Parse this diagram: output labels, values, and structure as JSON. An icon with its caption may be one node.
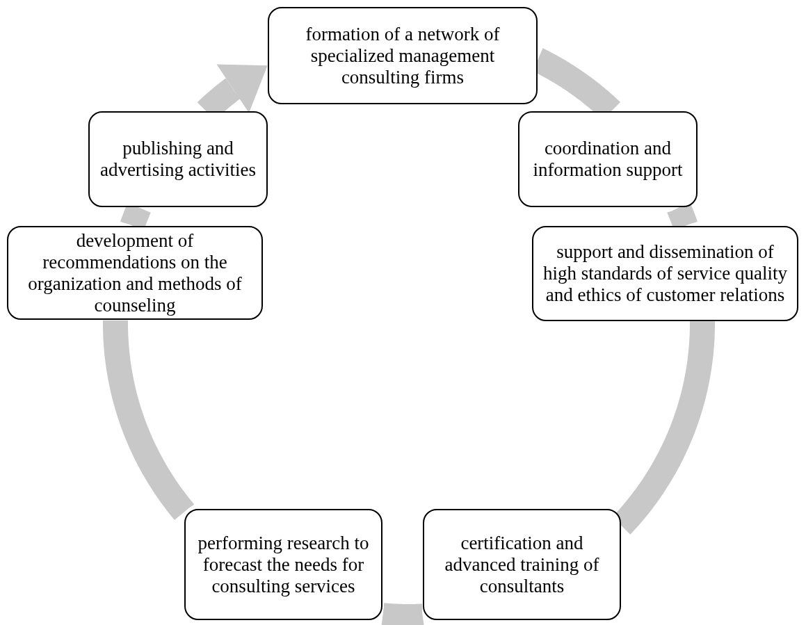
{
  "diagram": {
    "nodes": [
      {
        "text": [
          "formation of a network of specialized management consulting firms"
        ]
      },
      {
        "text": [
          "coordination and information support"
        ]
      },
      {
        "text": [
          "support and dissemination of high standards of service quality and ethics of customer relations"
        ]
      },
      {
        "text": [
          "certification and advanced training of consultants"
        ]
      },
      {
        "text": [
          "performing research to forecast the needs for consulting services"
        ]
      },
      {
        "text": [
          "development of recommendations on the organization and methods of counseling"
        ]
      },
      {
        "text": [
          "publishing and advertising activities"
        ]
      }
    ],
    "edges": [
      {
        "from": 0,
        "to": 1,
        "arrow": "none"
      },
      {
        "from": 1,
        "to": 2,
        "arrow": "none"
      },
      {
        "from": 2,
        "to": 3,
        "arrow": "none"
      },
      {
        "from": 3,
        "to": 4,
        "arrow": "none"
      },
      {
        "from": 4,
        "to": 5,
        "arrow": "none"
      },
      {
        "from": 5,
        "to": 6,
        "arrow": "none"
      },
      {
        "from": 6,
        "to": 0,
        "arrow": "to"
      }
    ]
  }
}
